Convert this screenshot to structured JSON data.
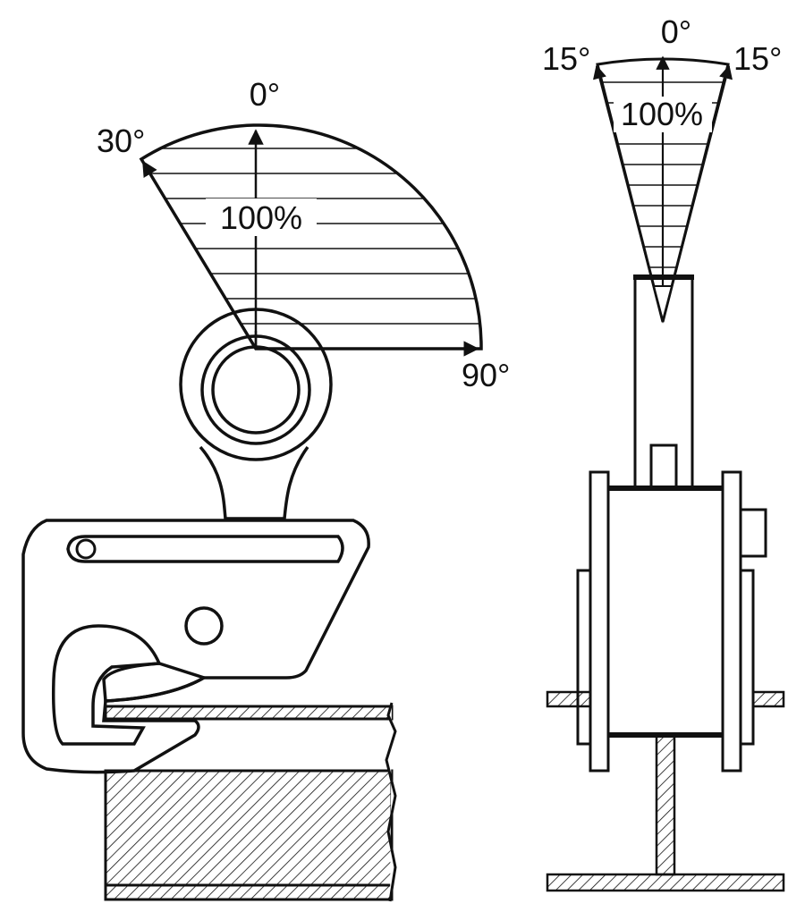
{
  "side_view": {
    "angle_top": "0°",
    "angle_left": "30°",
    "angle_right": "90°",
    "capacity": "100%"
  },
  "front_view": {
    "angle_top": "0°",
    "angle_left": "15°",
    "angle_right": "15°",
    "capacity": "100%"
  },
  "colors": {
    "ink": "#111111",
    "paper": "#ffffff"
  }
}
